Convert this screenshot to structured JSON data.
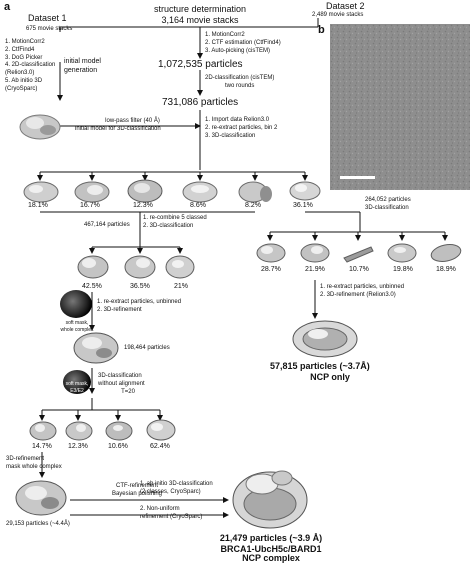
{
  "panel_a": "a",
  "panel_b": "b",
  "top": {
    "title": "structure determination",
    "count": "3,164 movie stacks"
  },
  "dataset1": {
    "title": "Dataset 1",
    "count": "675 movie stacks",
    "steps": [
      "1. MotionCorr2",
      "2. CtfFind4",
      "3. DoG Picker",
      "4. 2D-classification",
      "(Relion3.0)",
      "5. Ab initio 3D",
      "(CryoSparc)"
    ],
    "label": [
      "initial model",
      "generation"
    ]
  },
  "dataset2": {
    "title": "Dataset 2",
    "count": "2,489 movie stacks"
  },
  "preproc": [
    "1. MotionCorr2",
    "2. CTF estimation (CtfFind4)",
    "3. Auto-picking (cisTEM)"
  ],
  "particles_1": "1,072,535 particles",
  "class2d": [
    "2D-classification (cisTEM)",
    "two rounds"
  ],
  "particles_2": "731,086 particles",
  "lowpass": [
    "low-pass filter (40 Å)",
    "initial model for 3D-classification"
  ],
  "import": [
    "1. Import data Relion3.0",
    "2. re-extract particles, bin 2",
    "3. 3D-classification"
  ],
  "class_pcts_1": [
    "18.1%",
    "16.7%",
    "12.3%",
    "8.6%",
    "8.2%",
    "36.1%"
  ],
  "right_branch": [
    "264,052 particles",
    "3D-classification"
  ],
  "left_branch_count": "467,164 particles",
  "recombine": [
    "1. re-combine 5 classed",
    "2. 3D-classification"
  ],
  "class_pcts_2": [
    "42.5%",
    "36.5%",
    "21%"
  ],
  "class_pcts_right": [
    "28.7%",
    "21.9%",
    "10.7%",
    "19.8%",
    "18.9%"
  ],
  "reextract_left": [
    "1. re-extract particles, unbinned",
    "2. 3D-refinement"
  ],
  "mask1": [
    "soft mask,",
    "whole complex"
  ],
  "particles_198": "198,464 particles",
  "reextract_right": [
    "1. re-extract particles, unbinned",
    "2. 3D-refinement (Relion3.0)"
  ],
  "ncp_result": {
    "line1": "57,815 particles (~3.7Å)",
    "line2": "NCP only"
  },
  "class3d_noalign": [
    "3D-classification",
    "without alignment",
    "T=20"
  ],
  "mask2": [
    "soft mask,",
    "E3/E2"
  ],
  "class_pcts_3": [
    "14.7%",
    "12.3%",
    "10.6%",
    "62.4%"
  ],
  "refine_mask": [
    "3D-refinement",
    "mask whole complex"
  ],
  "ctf_refine": [
    "CTF-refinement",
    "Bayesian polishing"
  ],
  "final_steps_1": [
    "1. ab initio 3D-classification",
    "(2 classes, CryoSparc)"
  ],
  "final_steps_2": [
    "2. Non-uniform",
    "refinement (CryoSparc)"
  ],
  "particles_29": "29,153 particles (~4.4Å)",
  "final_result": {
    "line1": "21,479 particles (~3.9 Å)",
    "line2": "BRCA1-UbcH5c/BARD1",
    "line3": "NCP complex"
  },
  "colors": {
    "map_light": "#e6e6e6",
    "map_mid": "#b5b5b5",
    "map_dark": "#5a5a5a",
    "micrograph": "#8a8a8a"
  }
}
